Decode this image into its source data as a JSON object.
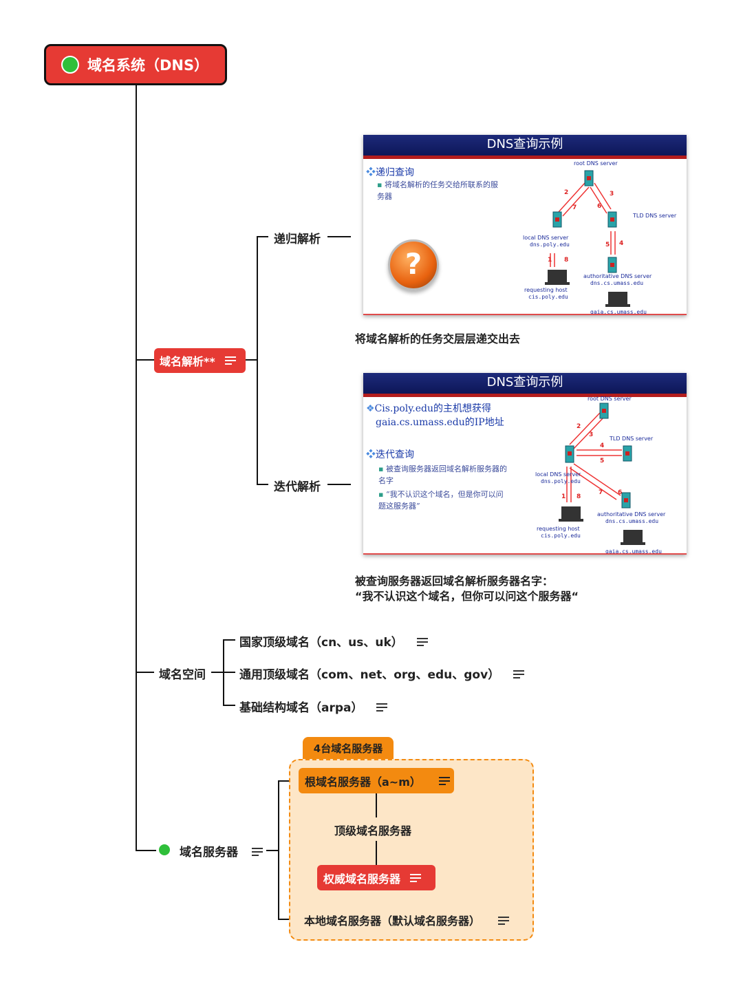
{
  "root": {
    "label": "域名系统（DNS）"
  },
  "resolution": {
    "label": "域名解析**",
    "recursive": {
      "label": "递归解析",
      "caption": "将域名解析的任务交层层递交出去",
      "slide": {
        "title": "DNS查询示例",
        "bullet": "递归查询",
        "sub": "将域名解析的任务交给所联系的服务器",
        "labels": {
          "root": "root DNS server",
          "tld": "TLD DNS server",
          "local": "local DNS server",
          "local_host": "dns.poly.edu",
          "auth": "authoritative DNS server",
          "auth_host": "dns.cs.umass.edu",
          "req": "requesting host",
          "req_host": "cis.poly.edu",
          "gaia": "gaia.cs.umass.edu"
        },
        "steps": [
          "1",
          "2",
          "3",
          "4",
          "5",
          "6",
          "7",
          "8"
        ]
      }
    },
    "iterative": {
      "label": "迭代解析",
      "caption_line1": "被查询服务器返回域名解析服务器名字：",
      "caption_line2": "“我不认识这个域名，但你可以问这个服务器“",
      "slide": {
        "title": "DNS查询示例",
        "bullet1": "Cis.poly.edu的主机想获得",
        "bullet1b": "gaia.cs.umass.edu的IP地址",
        "bullet2": "迭代查询",
        "sub1": "被查询服务器返回域名解析服务器的名字",
        "sub2": "“我不认识这个域名，但是你可以问题这服务器”",
        "labels": {
          "root": "root DNS server",
          "tld": "TLD DNS server",
          "local": "local DNS server",
          "local_host": "dns.poly.edu",
          "auth": "authoritative DNS server",
          "auth_host": "dns.cs.umass.edu",
          "req": "requesting host",
          "req_host": "cis.poly.edu",
          "gaia": "gaia.cs.umass.edu"
        },
        "steps": [
          "1",
          "2",
          "3",
          "4",
          "5",
          "6",
          "7",
          "8"
        ]
      }
    }
  },
  "namespace": {
    "label": "域名空间",
    "items": [
      "国家顶级域名（cn、us、uk）",
      "通用顶级域名（com、net、org、edu、gov）",
      "基础结构域名（arpa）"
    ]
  },
  "servers": {
    "label": "域名服务器",
    "group_label": "4台域名服务器",
    "root": "根域名服务器（a~m）",
    "tld": "顶级域名服务器",
    "auth": "权威域名服务器",
    "local": "本地域名服务器（默认域名服务器）"
  },
  "colors": {
    "red": "#e63a34",
    "orange": "#f38a10",
    "green": "#2fbf3a",
    "slide_blue": "#0d1658"
  }
}
